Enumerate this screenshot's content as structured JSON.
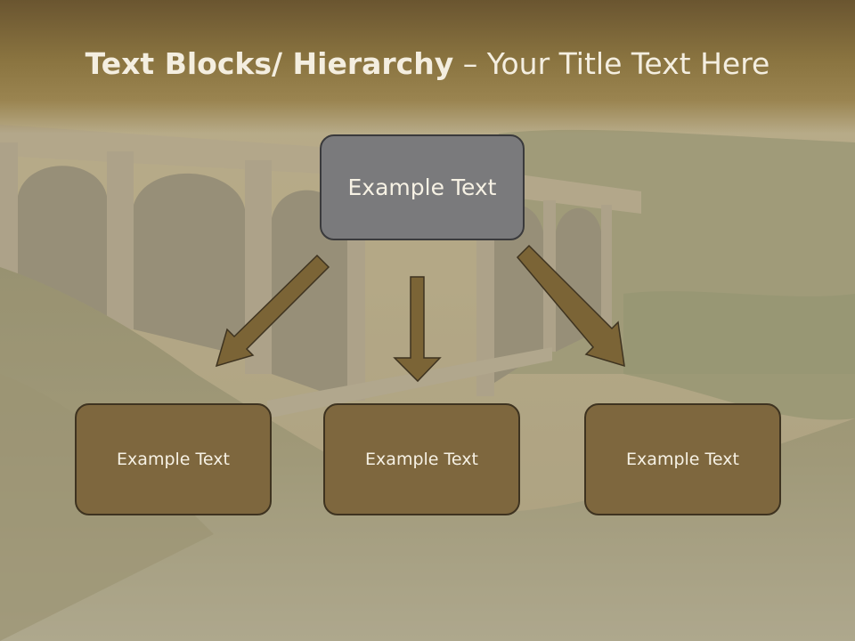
{
  "slide": {
    "title_bold": "Text Blocks/ Hierarchy",
    "title_rest": " – Your Title Text Here"
  },
  "diagram": {
    "top_box": "Example Text",
    "children": [
      "Example Text",
      "Example Text",
      "Example Text"
    ]
  },
  "colors": {
    "title_band": "#8a7440",
    "top_box_fill": "#7a7a7c",
    "child_box_fill": "#7e673e",
    "arrow_fill": "#7b6436",
    "text": "#f6f1e4"
  }
}
